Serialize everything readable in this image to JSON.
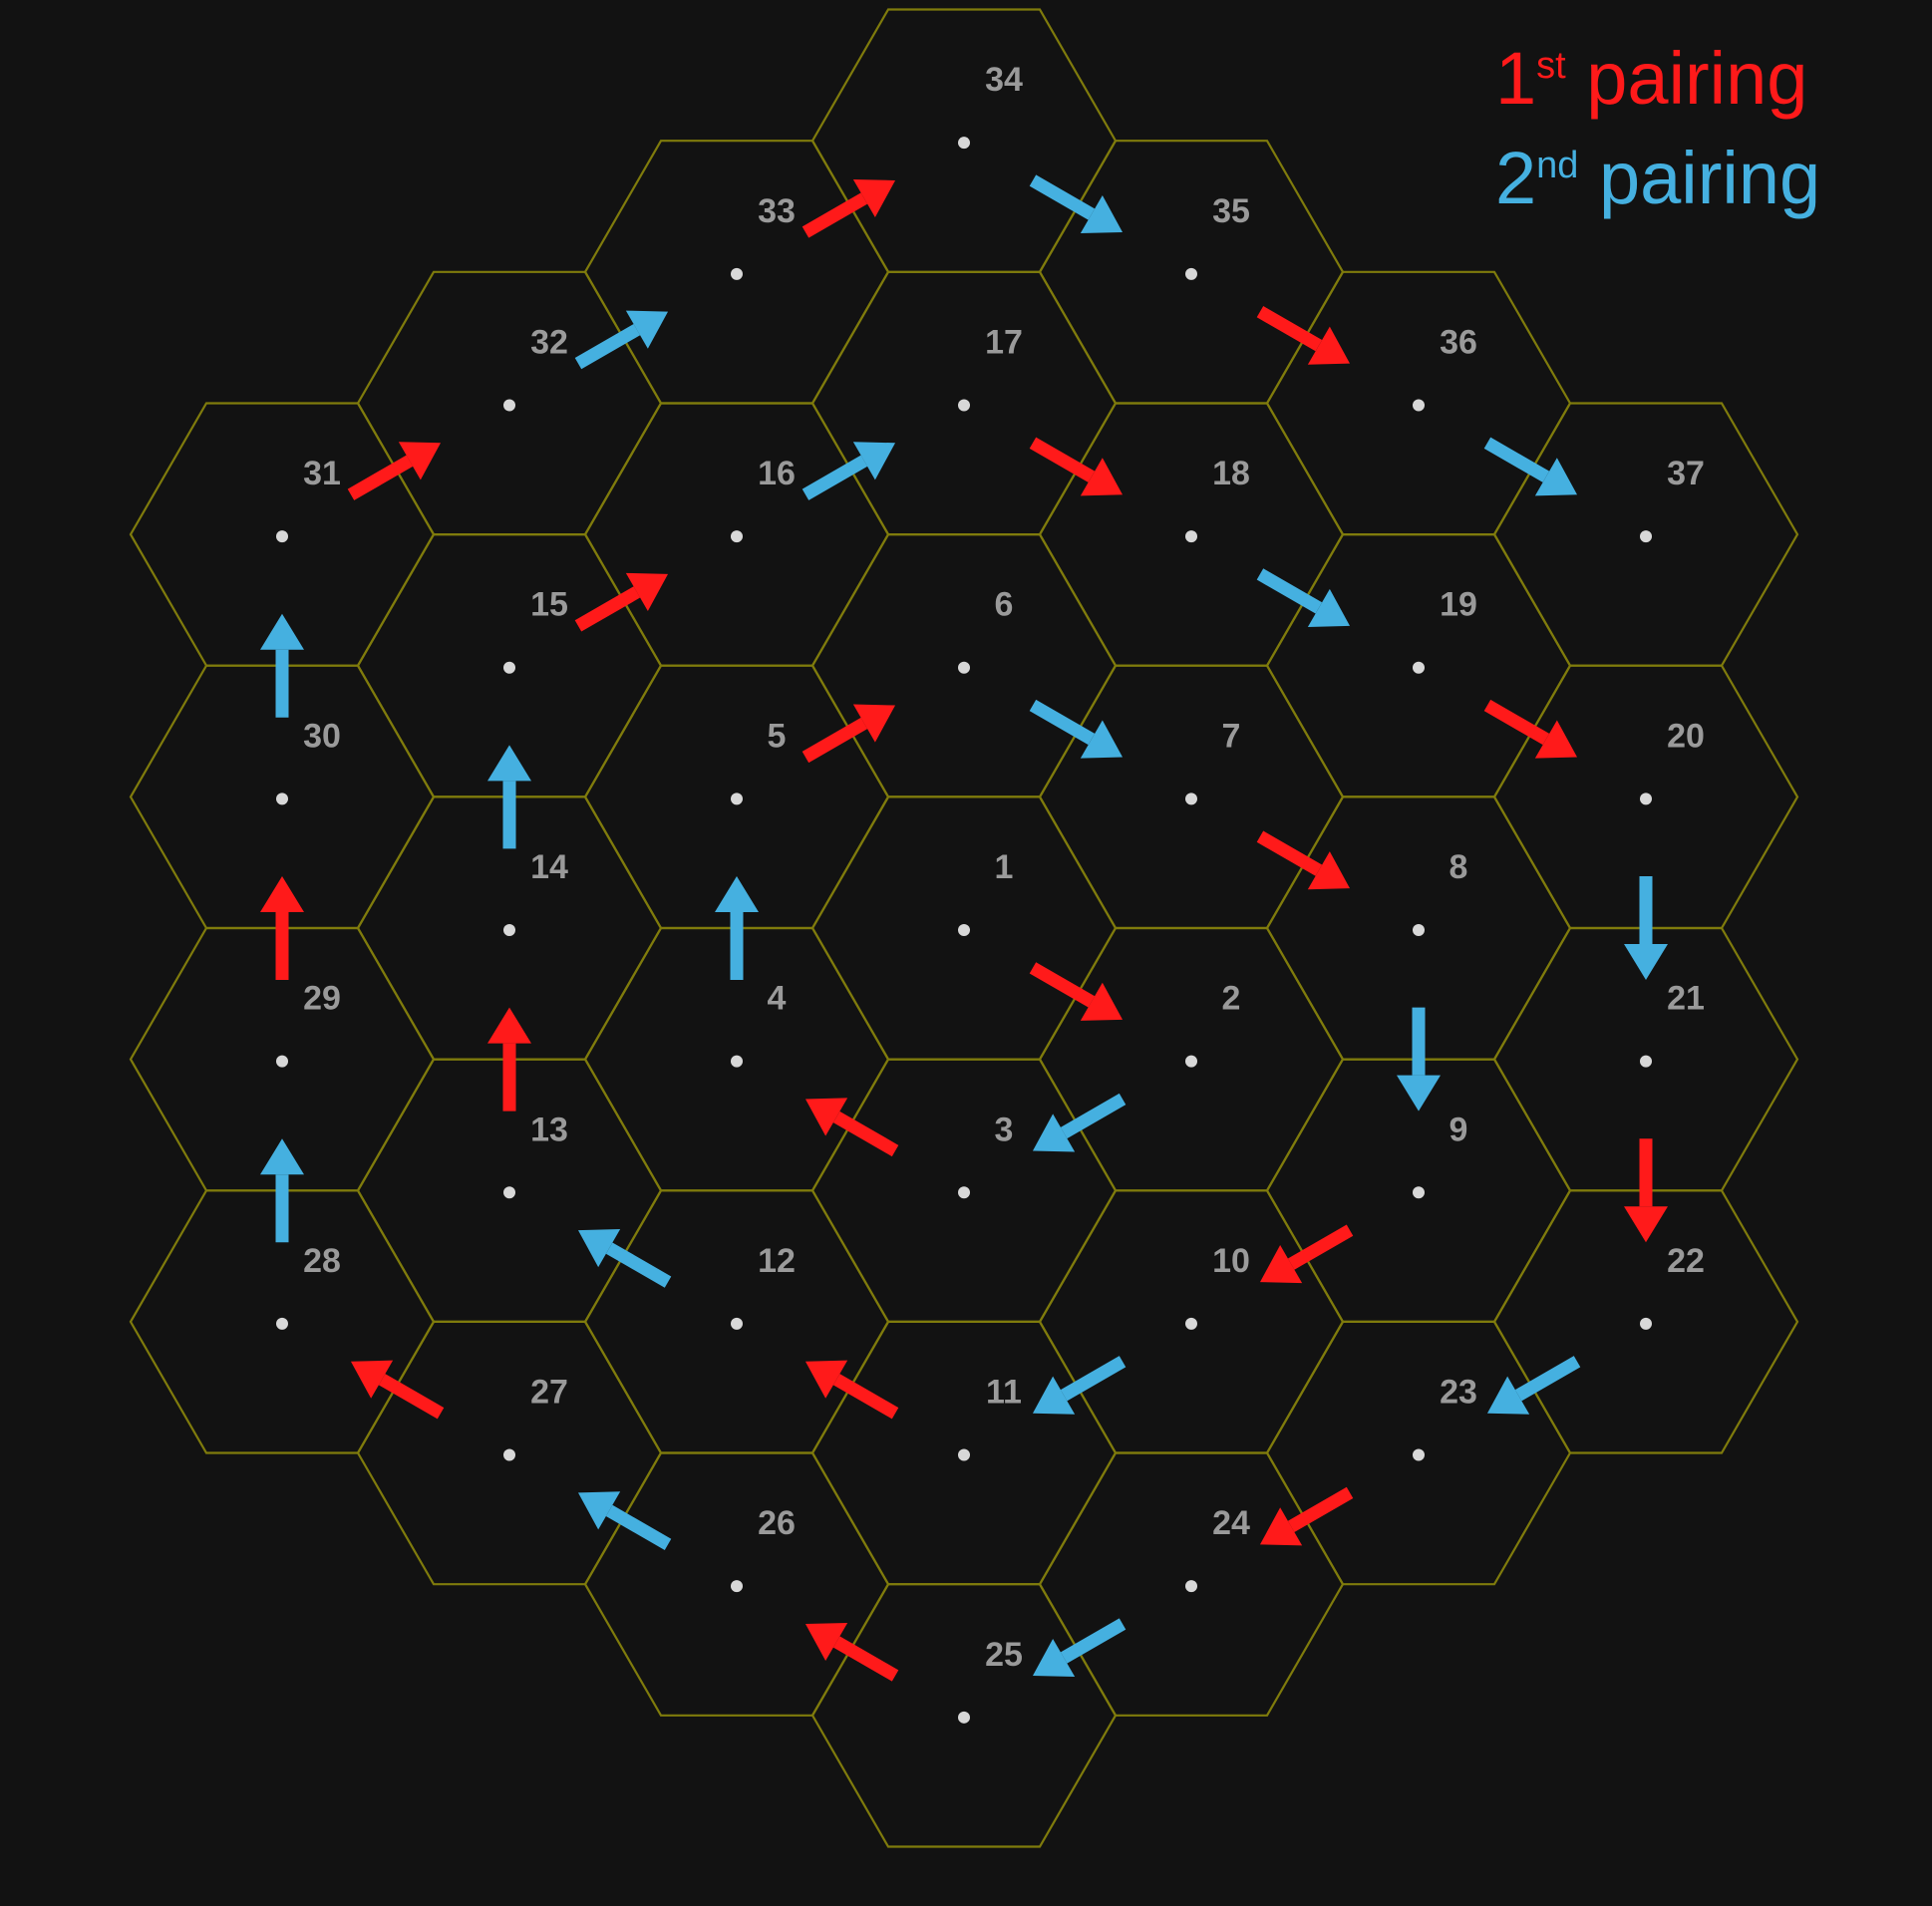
{
  "legend": {
    "first": {
      "number": "1",
      "suffix": "st",
      "text": "pairing",
      "color": "#ff1a1a"
    },
    "second": {
      "number": "2",
      "suffix": "nd",
      "text": "pairing",
      "color": "#45b0e0"
    }
  },
  "colors": {
    "background": "#121212",
    "hex_outline": "#7f7b0c",
    "label": "#9a9a9a",
    "first_pairing": "#ff1a1a",
    "second_pairing": "#45b0e0"
  },
  "hexagons": [
    {
      "label": "1",
      "q": 0,
      "r": 0
    },
    {
      "label": "2",
      "q": 1,
      "r": 0
    },
    {
      "label": "3",
      "q": 0,
      "r": 1
    },
    {
      "label": "4",
      "q": -1,
      "r": 1
    },
    {
      "label": "5",
      "q": -1,
      "r": 0
    },
    {
      "label": "6",
      "q": 0,
      "r": -1
    },
    {
      "label": "7",
      "q": 1,
      "r": -1
    },
    {
      "label": "8",
      "q": 2,
      "r": -1
    },
    {
      "label": "9",
      "q": 2,
      "r": 0
    },
    {
      "label": "10",
      "q": 1,
      "r": 1
    },
    {
      "label": "11",
      "q": 0,
      "r": 2
    },
    {
      "label": "12",
      "q": -1,
      "r": 2
    },
    {
      "label": "13",
      "q": -2,
      "r": 2
    },
    {
      "label": "14",
      "q": -2,
      "r": 1
    },
    {
      "label": "15",
      "q": -2,
      "r": 0
    },
    {
      "label": "16",
      "q": -1,
      "r": -1
    },
    {
      "label": "17",
      "q": 0,
      "r": -2
    },
    {
      "label": "18",
      "q": 1,
      "r": -2
    },
    {
      "label": "19",
      "q": 2,
      "r": -2
    },
    {
      "label": "20",
      "q": 3,
      "r": -2
    },
    {
      "label": "21",
      "q": 3,
      "r": -1
    },
    {
      "label": "22",
      "q": 3,
      "r": 0
    },
    {
      "label": "23",
      "q": 2,
      "r": 1
    },
    {
      "label": "24",
      "q": 1,
      "r": 2
    },
    {
      "label": "25",
      "q": 0,
      "r": 3
    },
    {
      "label": "26",
      "q": -1,
      "r": 3
    },
    {
      "label": "27",
      "q": -2,
      "r": 3
    },
    {
      "label": "28",
      "q": -3,
      "r": 3
    },
    {
      "label": "29",
      "q": -3,
      "r": 2
    },
    {
      "label": "30",
      "q": -3,
      "r": 1
    },
    {
      "label": "31",
      "q": -3,
      "r": 0
    },
    {
      "label": "32",
      "q": -2,
      "r": -1
    },
    {
      "label": "33",
      "q": -1,
      "r": -2
    },
    {
      "label": "34",
      "q": 0,
      "r": -3
    },
    {
      "label": "35",
      "q": 1,
      "r": -3
    },
    {
      "label": "36",
      "q": 2,
      "r": -3
    },
    {
      "label": "37",
      "q": 3,
      "r": -3
    }
  ],
  "arrows": [
    {
      "from": "1",
      "to": "2",
      "pairing": "first"
    },
    {
      "from": "3",
      "to": "4",
      "pairing": "first"
    },
    {
      "from": "5",
      "to": "6",
      "pairing": "first"
    },
    {
      "from": "7",
      "to": "8",
      "pairing": "first"
    },
    {
      "from": "9",
      "to": "10",
      "pairing": "first"
    },
    {
      "from": "11",
      "to": "12",
      "pairing": "first"
    },
    {
      "from": "13",
      "to": "14",
      "pairing": "first"
    },
    {
      "from": "15",
      "to": "16",
      "pairing": "first"
    },
    {
      "from": "17",
      "to": "18",
      "pairing": "first"
    },
    {
      "from": "19",
      "to": "20",
      "pairing": "first"
    },
    {
      "from": "21",
      "to": "22",
      "pairing": "first"
    },
    {
      "from": "23",
      "to": "24",
      "pairing": "first"
    },
    {
      "from": "25",
      "to": "26",
      "pairing": "first"
    },
    {
      "from": "27",
      "to": "28",
      "pairing": "first"
    },
    {
      "from": "29",
      "to": "30",
      "pairing": "first"
    },
    {
      "from": "31",
      "to": "32",
      "pairing": "first"
    },
    {
      "from": "33",
      "to": "34",
      "pairing": "first"
    },
    {
      "from": "35",
      "to": "36",
      "pairing": "first"
    },
    {
      "from": "2",
      "to": "3",
      "pairing": "second"
    },
    {
      "from": "4",
      "to": "5",
      "pairing": "second"
    },
    {
      "from": "6",
      "to": "7",
      "pairing": "second"
    },
    {
      "from": "8",
      "to": "9",
      "pairing": "second"
    },
    {
      "from": "10",
      "to": "11",
      "pairing": "second"
    },
    {
      "from": "12",
      "to": "13",
      "pairing": "second"
    },
    {
      "from": "14",
      "to": "15",
      "pairing": "second"
    },
    {
      "from": "16",
      "to": "17",
      "pairing": "second"
    },
    {
      "from": "18",
      "to": "19",
      "pairing": "second"
    },
    {
      "from": "20",
      "to": "21",
      "pairing": "second"
    },
    {
      "from": "22",
      "to": "23",
      "pairing": "second"
    },
    {
      "from": "24",
      "to": "25",
      "pairing": "second"
    },
    {
      "from": "26",
      "to": "27",
      "pairing": "second"
    },
    {
      "from": "28",
      "to": "29",
      "pairing": "second"
    },
    {
      "from": "30",
      "to": "31",
      "pairing": "second"
    },
    {
      "from": "32",
      "to": "33",
      "pairing": "second"
    },
    {
      "from": "34",
      "to": "35",
      "pairing": "second"
    },
    {
      "from": "36",
      "to": "37",
      "pairing": "second"
    }
  ]
}
